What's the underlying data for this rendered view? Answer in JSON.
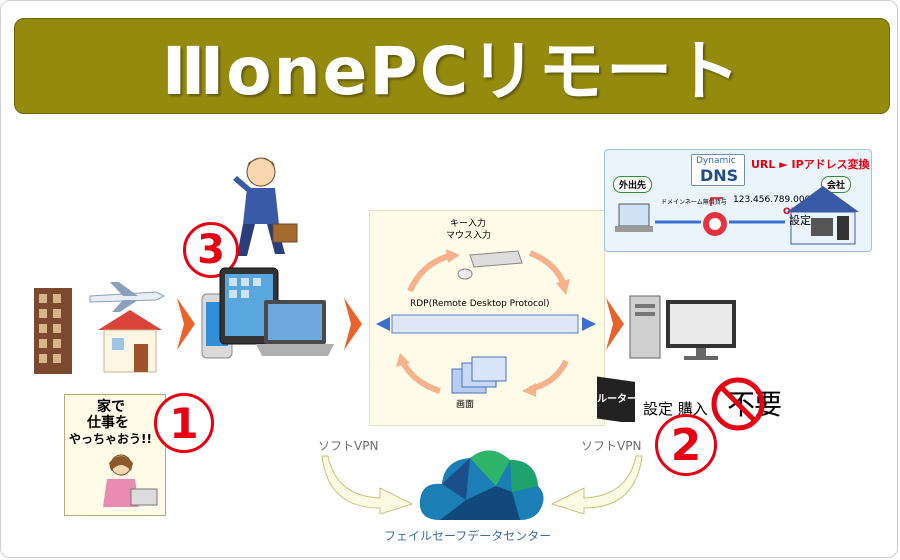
{
  "title": "ⅢonePCリモート",
  "rdp": {
    "input_label_1": "キー入力",
    "input_label_2": "マウス入力",
    "protocol_label": "RDP(Remote Desktop Protocol)",
    "screen_label": "画面"
  },
  "dns": {
    "dynamic": "Dynamic",
    "dns": "DNS",
    "url_conv": "URL ► IPアドレス変換",
    "outside": "外出先",
    "company": "会社",
    "domain_query": "ドメインネーム無償貸与",
    "ip": "123.456.789.000",
    "ok": "OK!",
    "setting": "設定"
  },
  "numbers": {
    "one": "1",
    "two": "2",
    "three": "3"
  },
  "router": {
    "tag": "ルーター",
    "setting_purchase": "設定 購入",
    "not": "不",
    "need": "要"
  },
  "vpn": {
    "left": "ソフトVPN",
    "right": "ソフトVPN"
  },
  "datacenter": "フェイルセーフデータセンター",
  "illustration_card": {
    "text_lines": [
      "家で",
      "仕事を",
      "やっちゃおう!!"
    ]
  },
  "colors": {
    "title_bg": "#948a0e",
    "accent_red": "#e60012",
    "arrow_orange": "#e9632d",
    "pipe_blue": "#5b7fc9"
  }
}
